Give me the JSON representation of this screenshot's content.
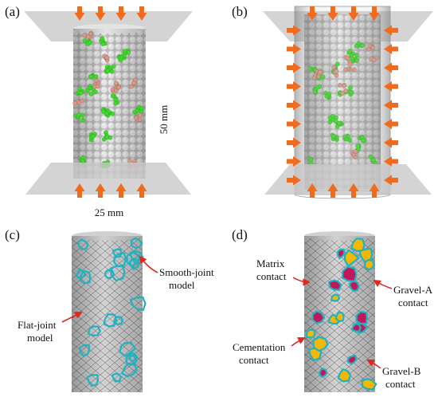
{
  "panels": {
    "a": {
      "label": "(a)",
      "height_label": "50 mm",
      "width_label": "25 mm"
    },
    "b": {
      "label": "(b)"
    },
    "c": {
      "label": "(c)",
      "annotations": {
        "smooth_joint": [
          "Smooth-joint",
          "model"
        ],
        "flat_joint": [
          "Flat-joint",
          "model"
        ]
      }
    },
    "d": {
      "label": "(d)",
      "annotations": {
        "matrix": [
          "Matrix",
          "contact"
        ],
        "gravel_a": [
          "Gravel-A",
          "contact"
        ],
        "cementation": [
          "Cementation",
          "contact"
        ],
        "gravel_b": [
          "Gravel-B",
          "contact"
        ]
      }
    }
  },
  "colors": {
    "arrow": "#f26a1b",
    "plate": "#c9c9c9",
    "particle": "#dcdcdc",
    "gravel_green": "#3ddc2a",
    "gravel_pink": "#e8908f",
    "joint_cyan": "#1fb3c2",
    "gravel_magenta": "#c2185b",
    "gravel_yellow": "#f5b800",
    "annotation_arrow": "#e0281e"
  }
}
